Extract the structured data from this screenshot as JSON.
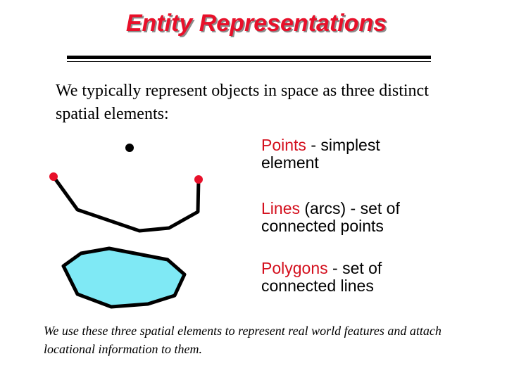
{
  "slide": {
    "title": "Entity Representations",
    "intro": "We typically represent objects in space as three distinct spatial elements:",
    "items": [
      {
        "keyword": "Points",
        "rest_line1": " - simplest",
        "line2": "element"
      },
      {
        "keyword": "Lines",
        "rest_line1": " (arcs) - set of",
        "line2": "connected points"
      },
      {
        "keyword": "Polygons",
        "rest_line1": " - set of",
        "line2": "connected lines"
      }
    ],
    "footer": "We use these three spatial elements to represent real world features and attach  locational information to them."
  },
  "colors": {
    "title": "#e8102a",
    "keyword": "#d4101e",
    "vertex": "#e8102a",
    "polygon_fill": "#7fe9f5",
    "stroke": "#000000"
  }
}
